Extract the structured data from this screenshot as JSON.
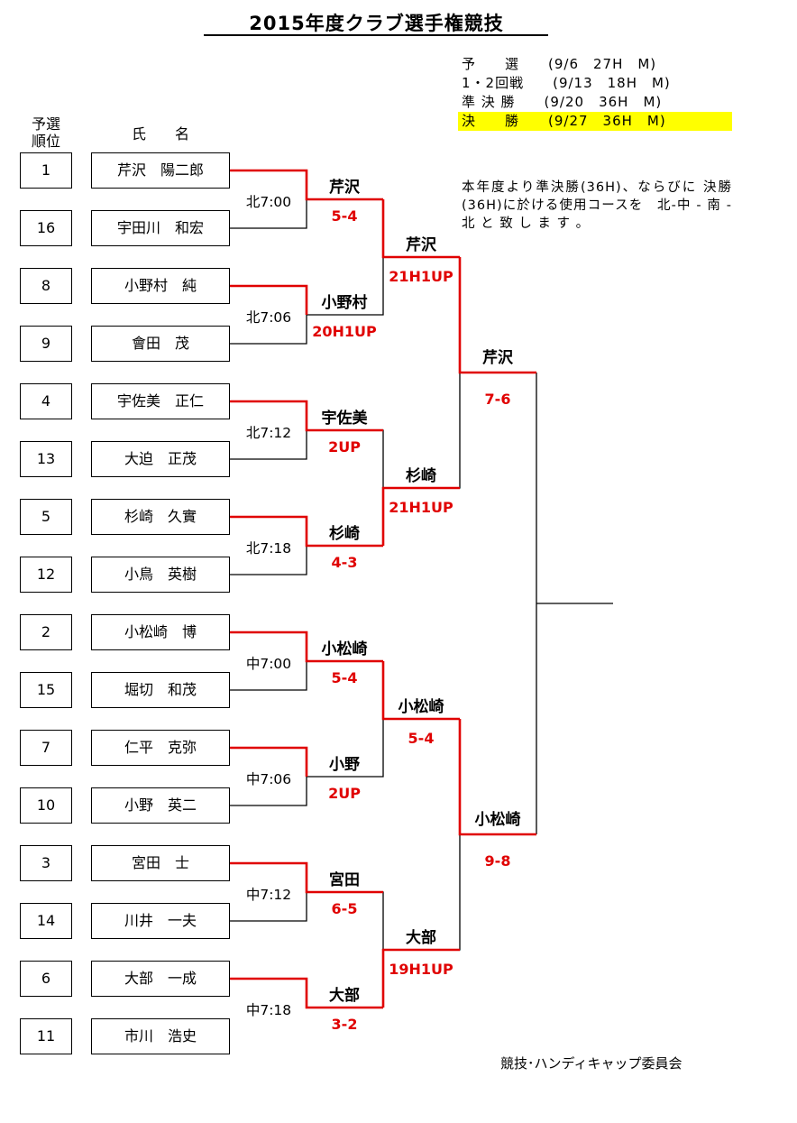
{
  "title": "2015年度クラブ選手権競技",
  "schedule": [
    "予　　選　　(9/6　27H　M)",
    "1・2回戦　　(9/13　18H　M)",
    "準 決 勝　　(9/20　36H　M)",
    "決　　勝　　(9/27　36H　M)"
  ],
  "note": "本年度より準決勝(36H)、ならびに 決勝(36H)に於ける使用コースを　北-中 - 南 - 北 と 致 し ま す 。",
  "headers": {
    "seed_line1": "予選",
    "seed_line2": "順位",
    "name": "氏　　名"
  },
  "players": [
    {
      "seed": "1",
      "name": "芹沢　陽二郎"
    },
    {
      "seed": "16",
      "name": "宇田川　和宏"
    },
    {
      "seed": "8",
      "name": "小野村　純"
    },
    {
      "seed": "9",
      "name": "會田　茂"
    },
    {
      "seed": "4",
      "name": "宇佐美　正仁"
    },
    {
      "seed": "13",
      "name": "大迫　正茂"
    },
    {
      "seed": "5",
      "name": "杉崎　久實"
    },
    {
      "seed": "12",
      "name": "小鳥　英樹"
    },
    {
      "seed": "2",
      "name": "小松崎　博"
    },
    {
      "seed": "15",
      "name": "堀切　和茂"
    },
    {
      "seed": "7",
      "name": "仁平　克弥"
    },
    {
      "seed": "10",
      "name": "小野　英二"
    },
    {
      "seed": "3",
      "name": "宮田　士"
    },
    {
      "seed": "14",
      "name": "川井　一夫"
    },
    {
      "seed": "6",
      "name": "大部　一成"
    },
    {
      "seed": "11",
      "name": "市川　浩史"
    }
  ],
  "round1": [
    {
      "time": "北7:00",
      "winner": "芹沢",
      "score": "5-4"
    },
    {
      "time": "北7:06",
      "winner": "小野村",
      "score": "20H1UP"
    },
    {
      "time": "北7:12",
      "winner": "宇佐美",
      "score": "2UP"
    },
    {
      "time": "北7:18",
      "winner": "杉崎",
      "score": "4-3"
    },
    {
      "time": "中7:00",
      "winner": "小松崎",
      "score": "5-4"
    },
    {
      "time": "中7:06",
      "winner": "小野",
      "score": "2UP"
    },
    {
      "time": "中7:12",
      "winner": "宮田",
      "score": "6-5"
    },
    {
      "time": "中7:18",
      "winner": "大部",
      "score": "3-2"
    }
  ],
  "round2": [
    {
      "winner": "芹沢",
      "score": "21H1UP"
    },
    {
      "winner": "杉崎",
      "score": "21H1UP"
    },
    {
      "winner": "小松崎",
      "score": "5-4"
    },
    {
      "winner": "大部",
      "score": "19H1UP"
    }
  ],
  "semis": [
    {
      "winner": "芹沢",
      "score": "7-6"
    },
    {
      "winner": "小松崎",
      "score": "9-8"
    }
  ],
  "footer": "競技･ハンディキャップ委員会",
  "colors": {
    "winner_line": "#e00000",
    "score": "#e00000",
    "highlight": "#ffff00"
  }
}
